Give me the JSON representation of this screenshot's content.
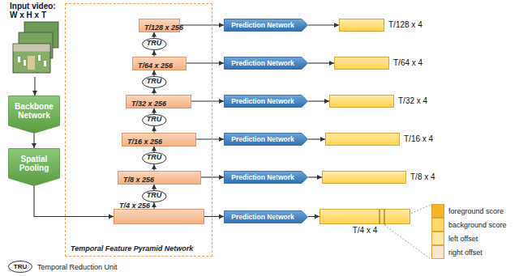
{
  "diagram": {
    "nodes": [
      {
        "text": [
          "Input video: W x H x T"
        ]
      },
      {
        "text": [
          "Backbone Network"
        ]
      },
      {
        "text": [
          "Spatial Pooling"
        ]
      },
      {
        "text": [
          "Temporal Feature Pyramid Network"
        ]
      },
      {
        "text": [
          "T/128 x 256"
        ],
        "in": 3
      },
      {
        "text": [
          "TRU"
        ],
        "in": 3
      },
      {
        "text": [
          "T/64 x 256"
        ],
        "in": 3
      },
      {
        "text": [
          "TRU"
        ],
        "in": 3
      },
      {
        "text": [
          "T/32 x 256"
        ],
        "in": 3
      },
      {
        "text": [
          "TRU"
        ],
        "in": 3
      },
      {
        "text": [
          "T/16 x 256"
        ],
        "in": 3
      },
      {
        "text": [
          "TRU"
        ],
        "in": 3
      },
      {
        "text": [
          "T/8 x 256"
        ],
        "in": 3
      },
      {
        "text": [
          "TRU"
        ],
        "in": 3
      },
      {
        "text": [
          "T/4 x 256"
        ],
        "in": 3
      },
      {
        "text": [
          "Prediction Network"
        ]
      },
      {
        "text": [
          "Prediction Network"
        ]
      },
      {
        "text": [
          "Prediction Network"
        ]
      },
      {
        "text": [
          "Prediction Network"
        ]
      },
      {
        "text": [
          "Prediction Network"
        ]
      },
      {
        "text": [
          "Prediction Network"
        ]
      },
      {
        "text": [
          "T/128 x 4"
        ]
      },
      {
        "text": [
          "T/64 x 4"
        ]
      },
      {
        "text": [
          "T/32 x 4"
        ]
      },
      {
        "text": [
          "T/16 x 4"
        ]
      },
      {
        "text": [
          "T/8 x 4"
        ]
      },
      {
        "text": [
          "T/4 x 4"
        ]
      }
    ],
    "edges": [
      {
        "from": 0,
        "to": 1,
        "arrow": "to"
      },
      {
        "from": 1,
        "to": 2,
        "arrow": "to"
      },
      {
        "from": 2,
        "to": 14,
        "arrow": "to"
      },
      {
        "from": 14,
        "to": 13,
        "arrow": "to"
      },
      {
        "from": 13,
        "to": 12,
        "arrow": "to"
      },
      {
        "from": 12,
        "to": 11,
        "arrow": "to"
      },
      {
        "from": 11,
        "to": 10,
        "arrow": "to"
      },
      {
        "from": 10,
        "to": 9,
        "arrow": "to"
      },
      {
        "from": 9,
        "to": 8,
        "arrow": "to"
      },
      {
        "from": 8,
        "to": 7,
        "arrow": "to"
      },
      {
        "from": 7,
        "to": 6,
        "arrow": "to"
      },
      {
        "from": 6,
        "to": 5,
        "arrow": "to"
      },
      {
        "from": 5,
        "to": 4,
        "arrow": "to"
      },
      {
        "from": 4,
        "to": 15,
        "arrow": "to"
      },
      {
        "from": 6,
        "to": 16,
        "arrow": "to"
      },
      {
        "from": 8,
        "to": 17,
        "arrow": "to"
      },
      {
        "from": 10,
        "to": 18,
        "arrow": "to"
      },
      {
        "from": 12,
        "to": 19,
        "arrow": "to"
      },
      {
        "from": 14,
        "to": 20,
        "arrow": "to"
      },
      {
        "from": 15,
        "to": 21,
        "arrow": "to"
      },
      {
        "from": 16,
        "to": 22,
        "arrow": "to"
      },
      {
        "from": 17,
        "to": 23,
        "arrow": "to"
      },
      {
        "from": 18,
        "to": 24,
        "arrow": "to"
      },
      {
        "from": 19,
        "to": 25,
        "arrow": "to"
      },
      {
        "from": 20,
        "to": 26,
        "arrow": "to"
      }
    ],
    "labels": [
      "TRU"
    ],
    "legend": [
      {
        "text": "foreground score",
        "color": "#f6b427"
      },
      {
        "text": "background score",
        "color": "#ffd966"
      },
      {
        "text": "left offset",
        "color": "#ffe8a3"
      },
      {
        "text": "right offset",
        "color": "#fde4cc"
      },
      {
        "text": "Temporal Reduction Unit"
      }
    ]
  }
}
